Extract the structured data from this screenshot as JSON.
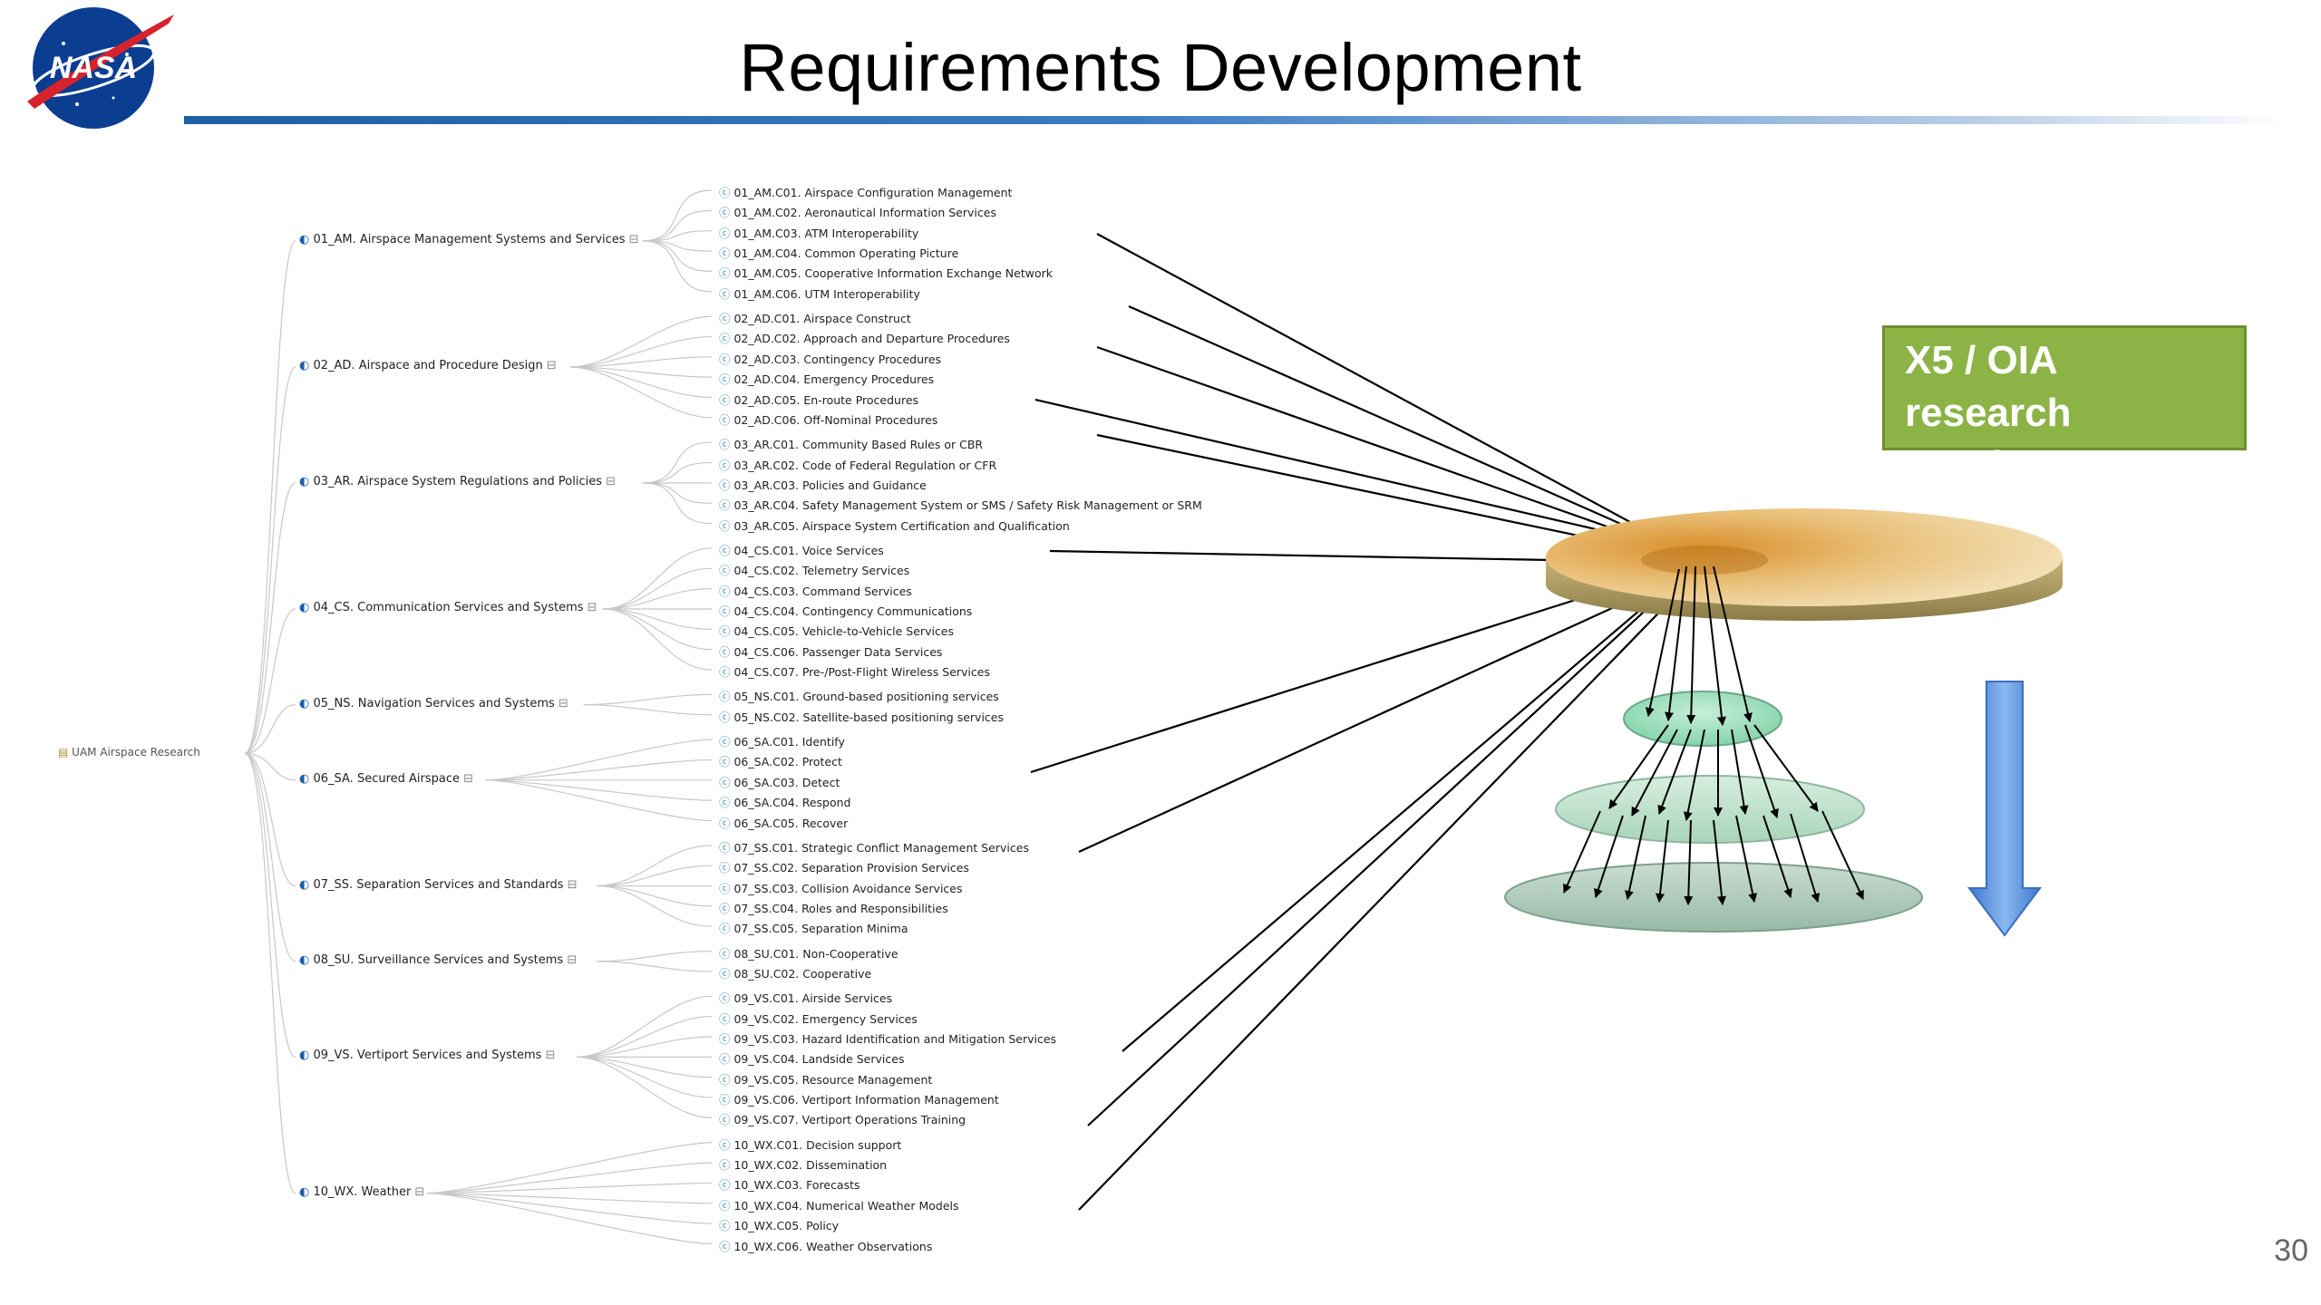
{
  "title": "Requirements Development",
  "page_number": "30",
  "callout": {
    "line1": "X5 / OIA research",
    "line2": "requirements"
  },
  "tree": {
    "root": "UAM Airspace Research",
    "categories": [
      {
        "label": "01_AM. Airspace Management Systems and Services",
        "children": [
          "01_AM.C01. Airspace Configuration Management",
          "01_AM.C02. Aeronautical Information Services",
          "01_AM.C03. ATM Interoperability",
          "01_AM.C04. Common Operating Picture",
          "01_AM.C05. Cooperative Information Exchange Network",
          "01_AM.C06. UTM Interoperability"
        ]
      },
      {
        "label": "02_AD. Airspace and Procedure Design",
        "children": [
          "02_AD.C01. Airspace Construct",
          "02_AD.C02. Approach and Departure Procedures",
          "02_AD.C03. Contingency Procedures",
          "02_AD.C04. Emergency Procedures",
          "02_AD.C05. En-route Procedures",
          "02_AD.C06. Off-Nominal Procedures"
        ]
      },
      {
        "label": "03_AR. Airspace System Regulations and Policies",
        "children": [
          "03_AR.C01. Community Based Rules or CBR",
          "03_AR.C02. Code of Federal Regulation or CFR",
          "03_AR.C03. Policies and Guidance",
          "03_AR.C04. Safety Management System or SMS / Safety Risk Management or SRM",
          "03_AR.C05. Airspace System Certification and Qualification"
        ]
      },
      {
        "label": "04_CS. Communication Services and Systems",
        "children": [
          "04_CS.C01. Voice Services",
          "04_CS.C02. Telemetry Services",
          "04_CS.C03. Command Services",
          "04_CS.C04. Contingency Communications",
          "04_CS.C05. Vehicle-to-Vehicle Services",
          "04_CS.C06. Passenger Data Services",
          "04_CS.C07. Pre-/Post-Flight Wireless Services"
        ]
      },
      {
        "label": "05_NS. Navigation Services and Systems",
        "children": [
          "05_NS.C01. Ground-based positioning services",
          "05_NS.C02. Satellite-based positioning services"
        ]
      },
      {
        "label": "06_SA. Secured Airspace",
        "children": [
          "06_SA.C01. Identify",
          "06_SA.C02. Protect",
          "06_SA.C03. Detect",
          "06_SA.C04. Respond",
          "06_SA.C05. Recover"
        ]
      },
      {
        "label": "07_SS. Separation Services and Standards",
        "children": [
          "07_SS.C01. Strategic Conflict Management Services",
          "07_SS.C02. Separation Provision Services",
          "07_SS.C03. Collision Avoidance Services",
          "07_SS.C04. Roles and Responsibilities",
          "07_SS.C05. Separation Minima"
        ]
      },
      {
        "label": "08_SU. Surveillance Services and Systems",
        "children": [
          "08_SU.C01. Non-Cooperative",
          "08_SU.C02. Cooperative"
        ]
      },
      {
        "label": "09_VS. Vertiport Services and Systems",
        "children": [
          "09_VS.C01. Airside Services",
          "09_VS.C02. Emergency Services",
          "09_VS.C03. Hazard Identification and Mitigation Services",
          "09_VS.C04. Landside Services",
          "09_VS.C05. Resource Management",
          "09_VS.C06. Vertiport Information Management",
          "09_VS.C07. Vertiport Operations Training"
        ]
      },
      {
        "label": "10_WX. Weather",
        "children": [
          "10_WX.C01. Decision support",
          "10_WX.C02. Dissemination",
          "10_WX.C03. Forecasts",
          "10_WX.C04. Numerical Weather Models",
          "10_WX.C05. Policy",
          "10_WX.C06. Weather Observations"
        ]
      }
    ]
  },
  "colors": {
    "title_rule": "#1f5fa6",
    "callout_bg": "#8cb346",
    "disk_top": "#e8c27a",
    "ellipse_top": "#7fd3a8",
    "ellipse_mid": "#b5dcc4",
    "ellipse_bottom": "#a9c4b6",
    "arrow_blue": "#4a86d8"
  },
  "icons": {
    "logo": "nasa-meatball-logo",
    "category": "mindmap-node-icon",
    "leaf": "leaf-node-icon"
  }
}
